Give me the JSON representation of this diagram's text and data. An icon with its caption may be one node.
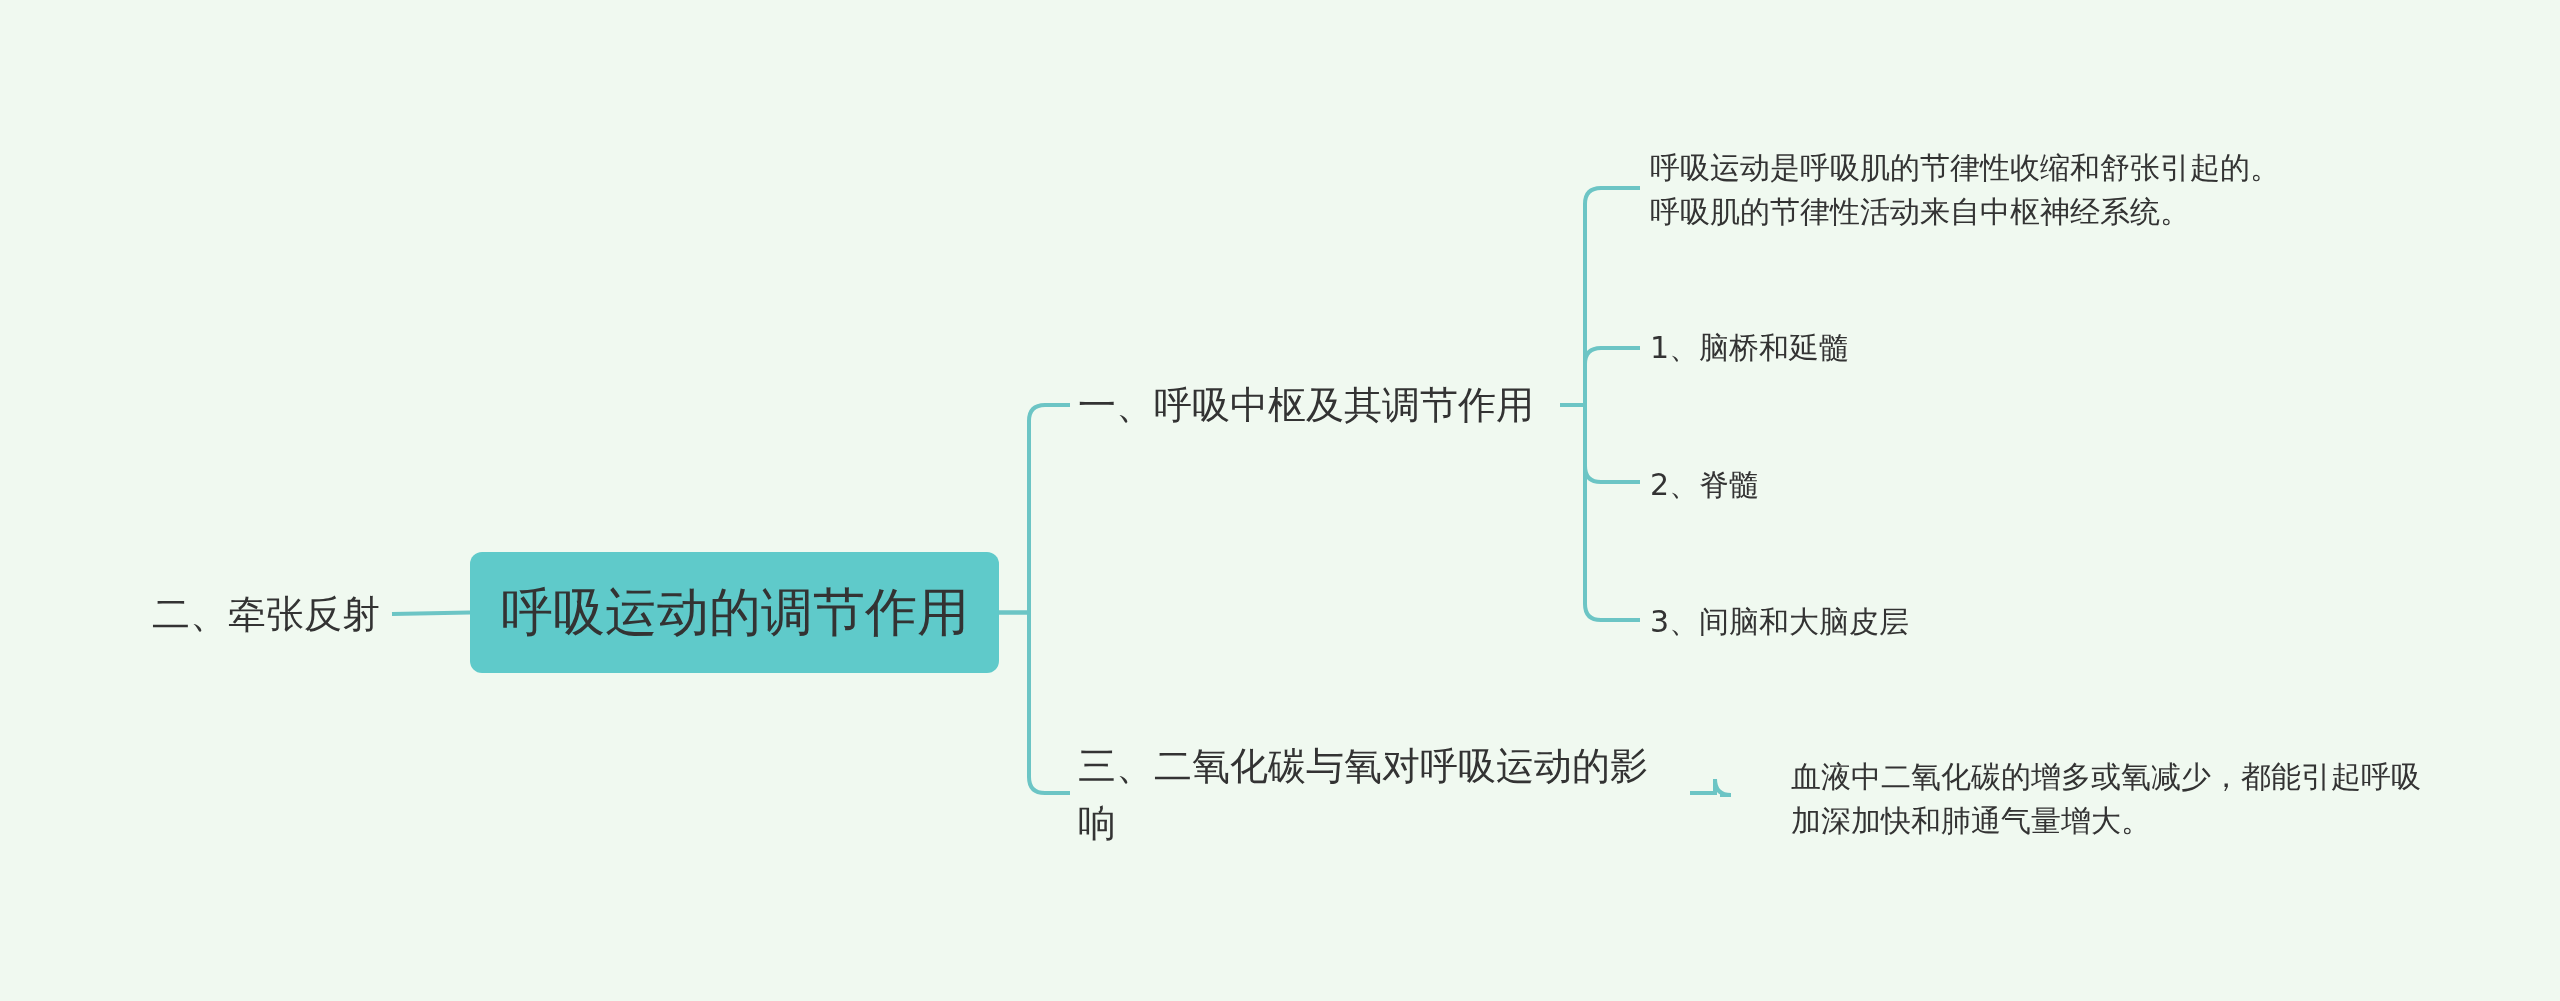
{
  "diagram": {
    "nodes": [
      {
        "text": [
          "呼吸运动的调节作用"
        ]
      },
      {
        "text": [
          "二、牵张反射"
        ]
      },
      {
        "text": [
          "一、呼吸中枢及其调节作用"
        ]
      },
      {
        "text": [
          "三、二氧化碳与氧对呼吸运动的影响"
        ]
      },
      {
        "text": [
          "呼吸运动是呼吸肌的节律性收缩和舒张引起的。呼吸肌的节律性活动来自中枢神经系统。"
        ]
      },
      {
        "text": [
          "1、脑桥和延髓"
        ]
      },
      {
        "text": [
          "2、脊髓"
        ]
      },
      {
        "text": [
          "3、间脑和大脑皮层"
        ]
      },
      {
        "text": [
          "血液中二氧化碳的增多或氧减少，都能引起呼吸加深加快和肺通气量增大。"
        ]
      }
    ],
    "edges": [
      {
        "from": 0,
        "to": 1,
        "arrow": "none"
      },
      {
        "from": 0,
        "to": 2,
        "arrow": "none"
      },
      {
        "from": 0,
        "to": 3,
        "arrow": "none"
      },
      {
        "from": 2,
        "to": 4,
        "arrow": "none"
      },
      {
        "from": 2,
        "to": 5,
        "arrow": "none"
      },
      {
        "from": 2,
        "to": 6,
        "arrow": "none"
      },
      {
        "from": 2,
        "to": 7,
        "arrow": "none"
      },
      {
        "from": 3,
        "to": 8,
        "arrow": "none"
      }
    ]
  }
}
